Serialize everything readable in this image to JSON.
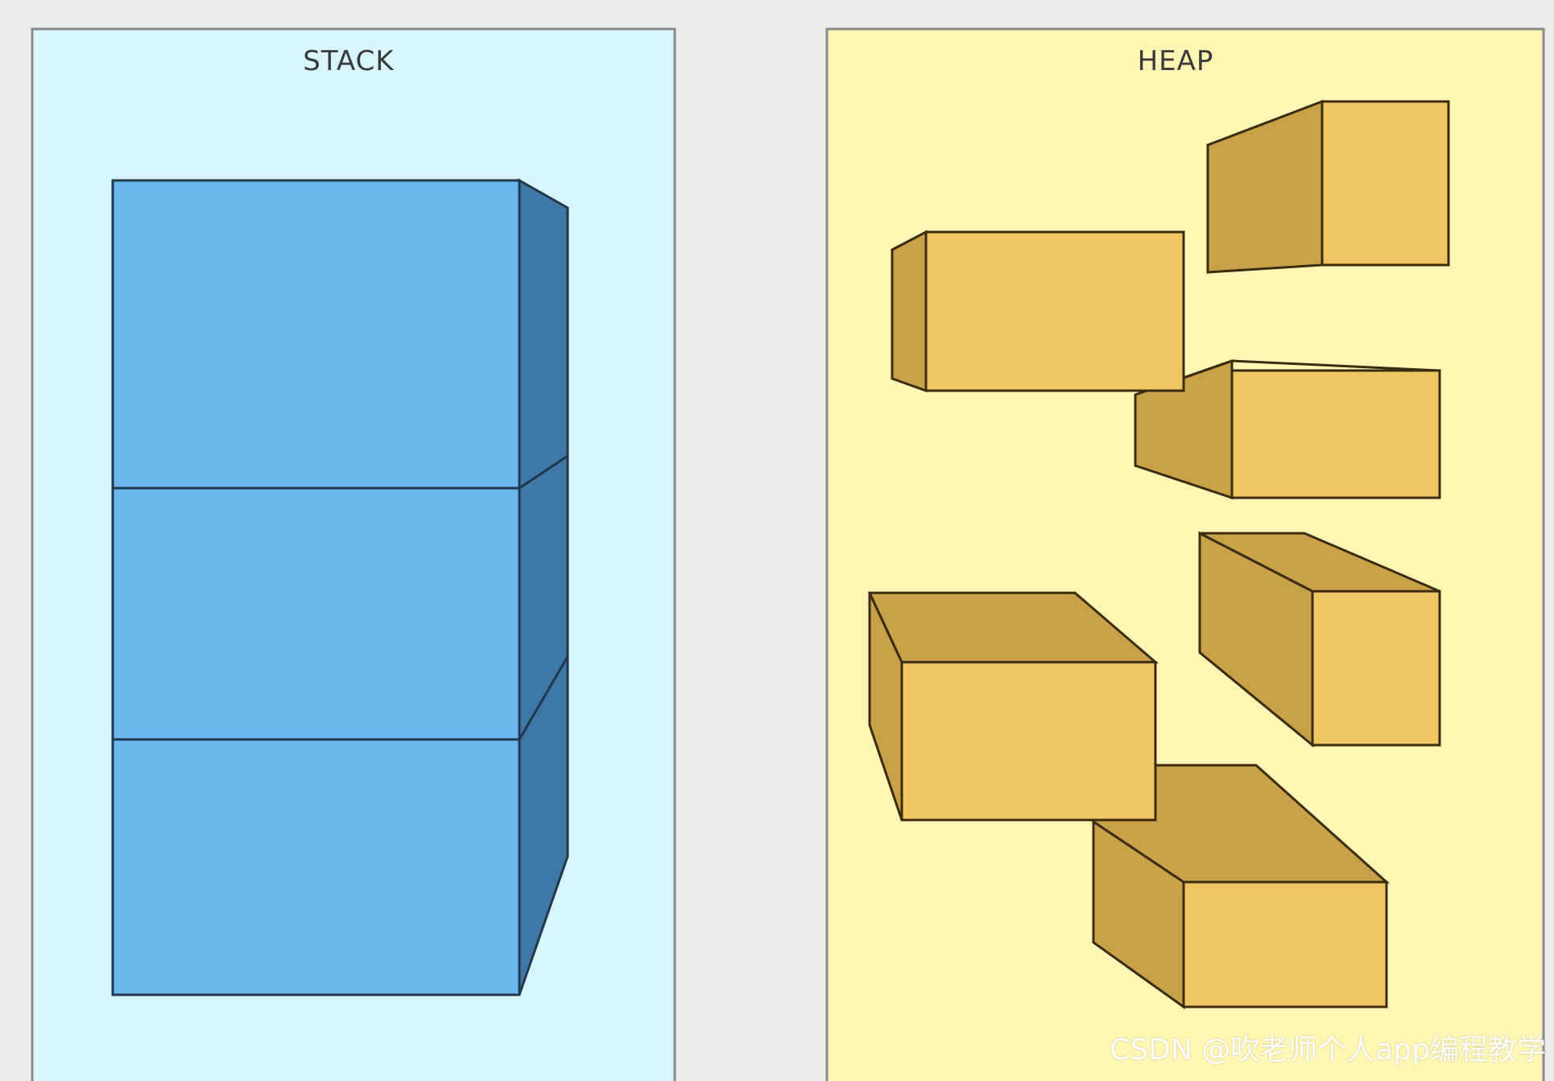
{
  "stack": {
    "title": "STACK",
    "blocks": 3,
    "panel_color": "#d8f6fd",
    "front_color": "#6bb8f1",
    "side_color": "#3f77a6"
  },
  "heap": {
    "title": "HEAP",
    "blocks": 6,
    "panel_color": "#fff7b3",
    "front_color": "#efc65f",
    "side_color": "#c9a148"
  },
  "watermark": "CSDN @吹老师个人app编程教学"
}
